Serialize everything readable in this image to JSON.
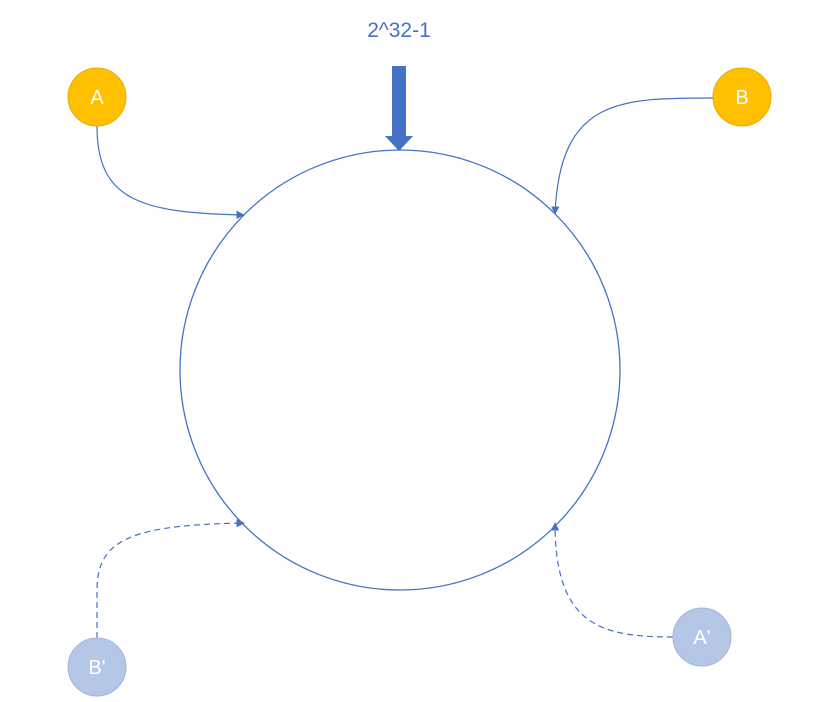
{
  "top_label": "2^32-1",
  "nodes": {
    "a": {
      "label": "A"
    },
    "b": {
      "label": "B"
    },
    "a_prime": {
      "label": "A'"
    },
    "b_prime": {
      "label": "B'"
    }
  },
  "colors": {
    "ring": "#4472c4",
    "arrow": "#4472c4",
    "primary_node": "#ffc000",
    "primary_node_border": "#e6ad00",
    "replica_node": "#b4c7e7",
    "replica_node_border": "#a3b6d8",
    "node_text": "#ffffff"
  }
}
